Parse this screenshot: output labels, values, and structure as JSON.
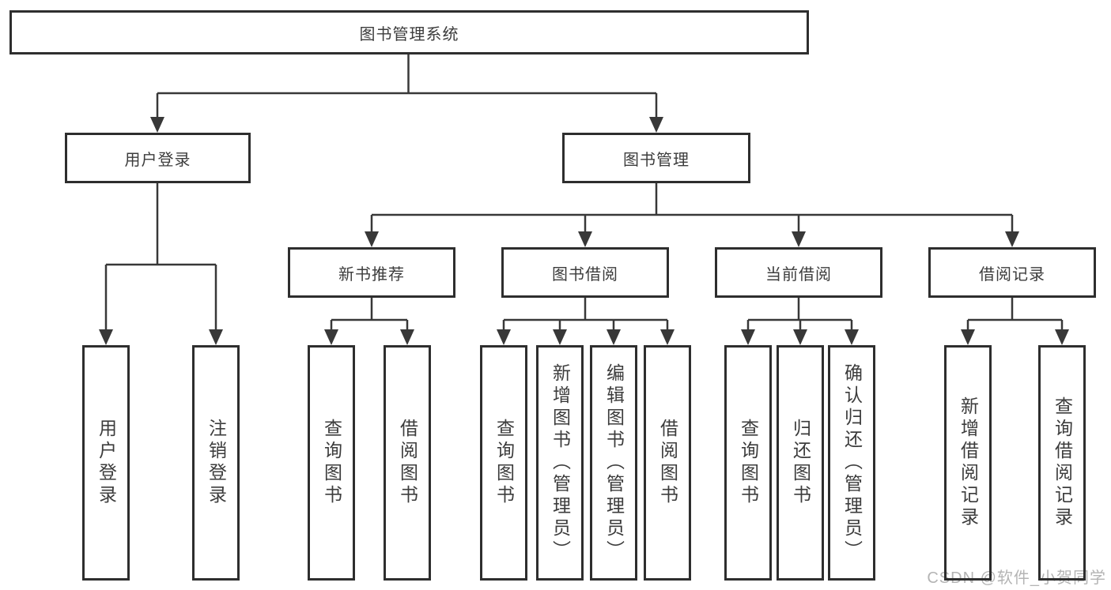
{
  "diagram": {
    "root": {
      "label": "图书管理系统"
    },
    "level1": [
      {
        "label": "用户登录",
        "children": [
          "用户登录",
          "注销登录"
        ]
      },
      {
        "label": "图书管理",
        "children": [
          {
            "label": "新书推荐",
            "children": [
              "查询图书",
              "借阅图书"
            ]
          },
          {
            "label": "图书借阅",
            "children": [
              "查询图书",
              "新增图书（管理员）",
              "编辑图书（管理员）",
              "借阅图书"
            ]
          },
          {
            "label": "当前借阅",
            "children": [
              "查询图书",
              "归还图书",
              "确认归还（管理员）"
            ]
          },
          {
            "label": "借阅记录",
            "children": [
              "新增借阅记录",
              "查询借阅记录"
            ]
          }
        ]
      }
    ]
  },
  "watermark": "CSDN @软件_小贺同学",
  "colors": {
    "background": "#ffffff",
    "box_border": "#2e2e2e",
    "connector_line": "#383838",
    "text": "#3c3c3c",
    "watermark_text": "#b4b4b4"
  }
}
